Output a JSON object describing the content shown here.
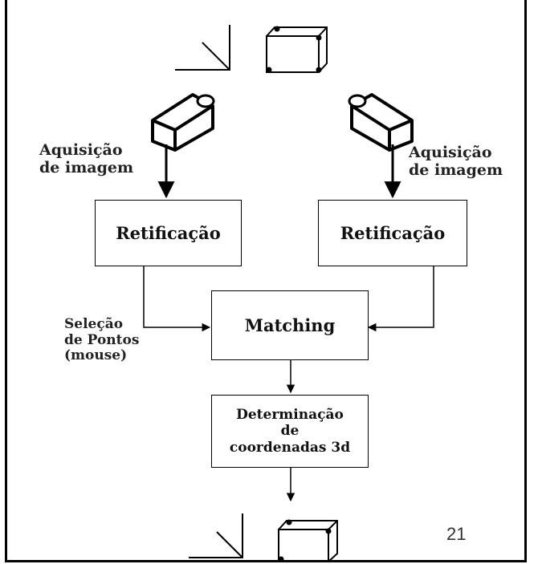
{
  "diagram": {
    "left_acquisition_label": "Aquisição\nde imagem",
    "right_acquisition_label": "Aquisição\nde imagem",
    "left_rectification": "Retificação",
    "right_rectification": "Retificação",
    "point_selection_label": "Seleção\nde Pontos\n(mouse)",
    "matching": "Matching",
    "determination": "Determinação\nde\ncoordenadas 3d"
  },
  "slide": {
    "page_number": "21"
  }
}
